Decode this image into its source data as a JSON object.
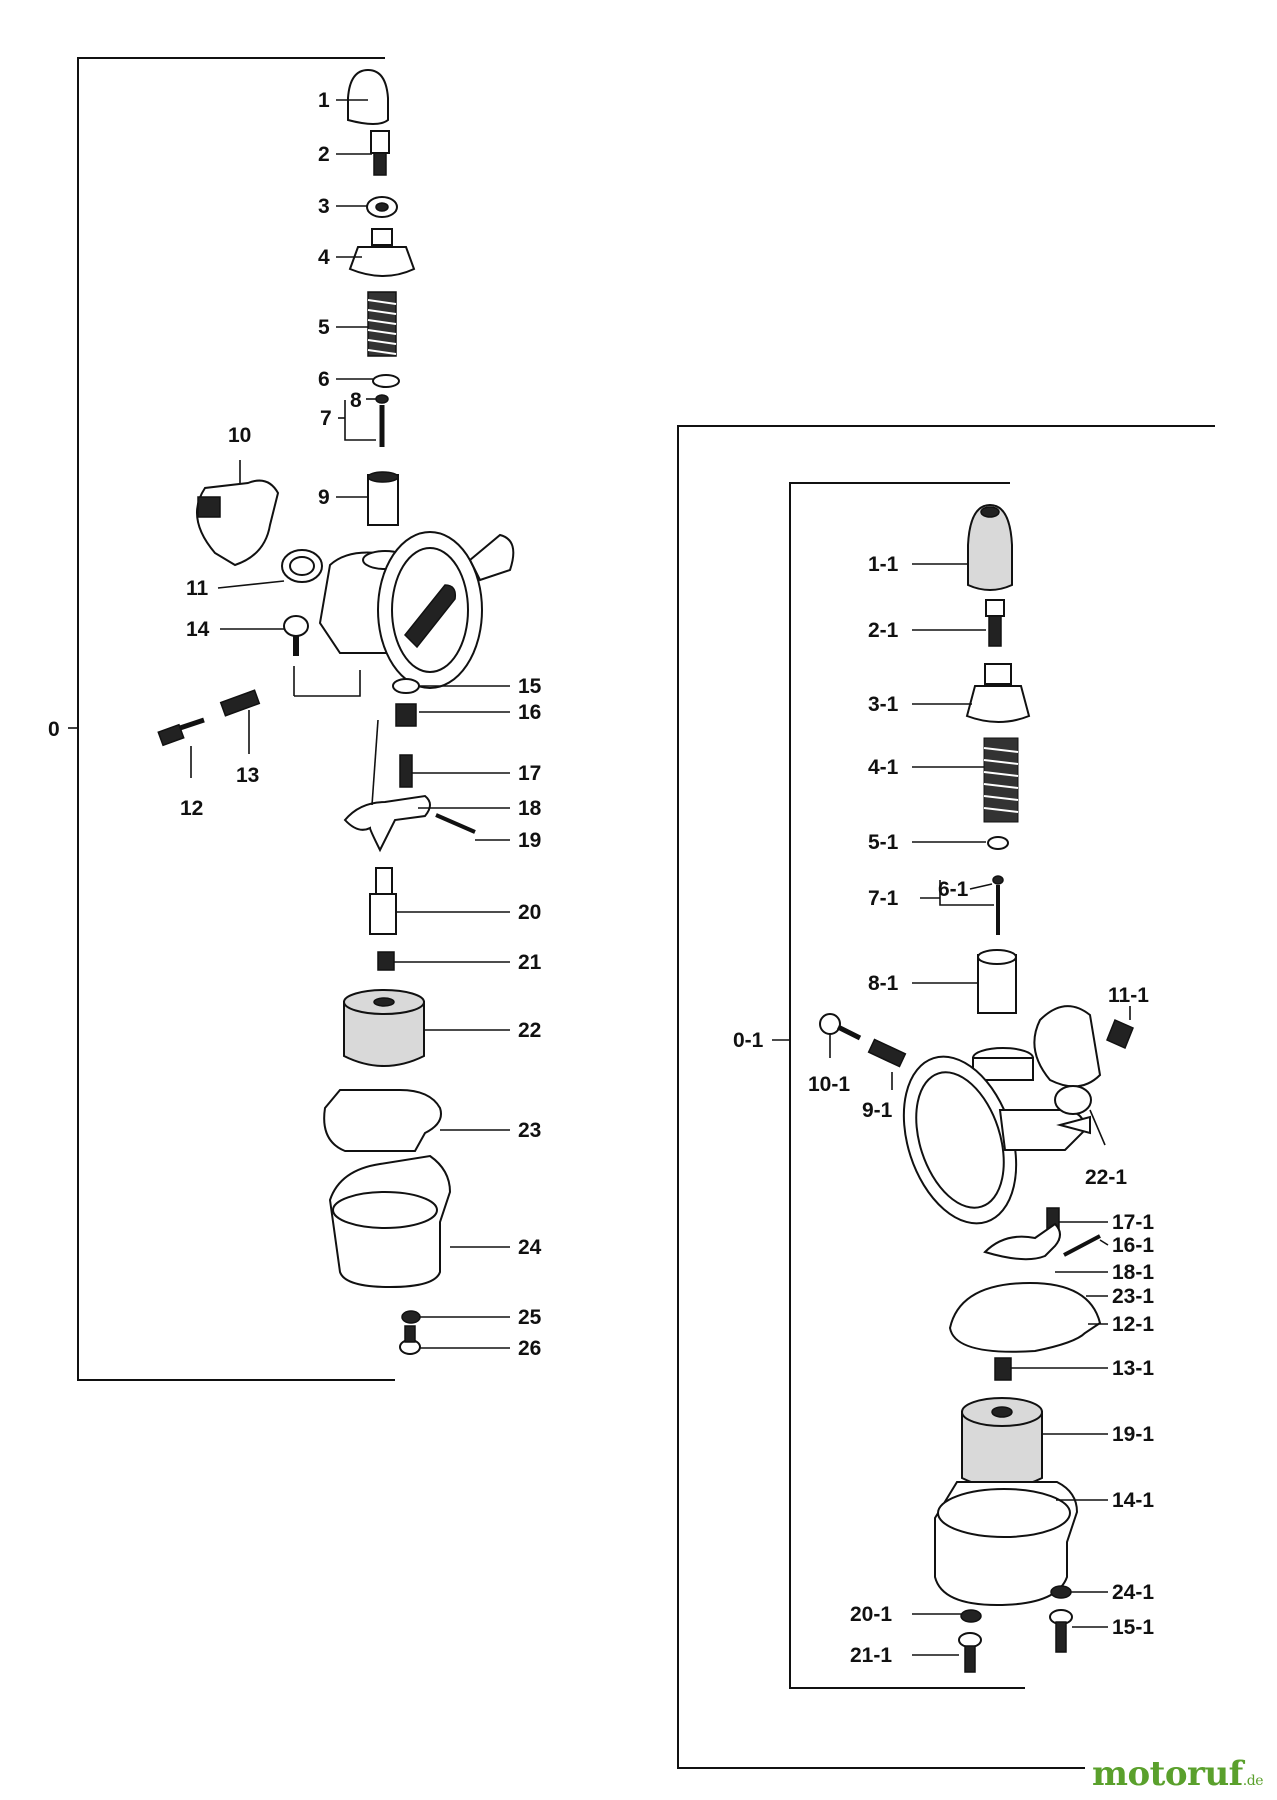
{
  "watermark": {
    "main": "motoruf",
    "suffix": ".de"
  },
  "assembly_left": {
    "label": "0",
    "parts": [
      "1",
      "2",
      "3",
      "4",
      "5",
      "6",
      "7",
      "8",
      "9",
      "10",
      "11",
      "12",
      "13",
      "14",
      "15",
      "16",
      "17",
      "18",
      "19",
      "20",
      "21",
      "22",
      "23",
      "24",
      "25",
      "26"
    ]
  },
  "assembly_right": {
    "label": "0-1",
    "parts": [
      "1-1",
      "2-1",
      "3-1",
      "4-1",
      "5-1",
      "6-1",
      "7-1",
      "8-1",
      "9-1",
      "10-1",
      "11-1",
      "12-1",
      "13-1",
      "14-1",
      "15-1",
      "16-1",
      "17-1",
      "18-1",
      "19-1",
      "20-1",
      "21-1",
      "22-1",
      "23-1",
      "24-1"
    ]
  }
}
